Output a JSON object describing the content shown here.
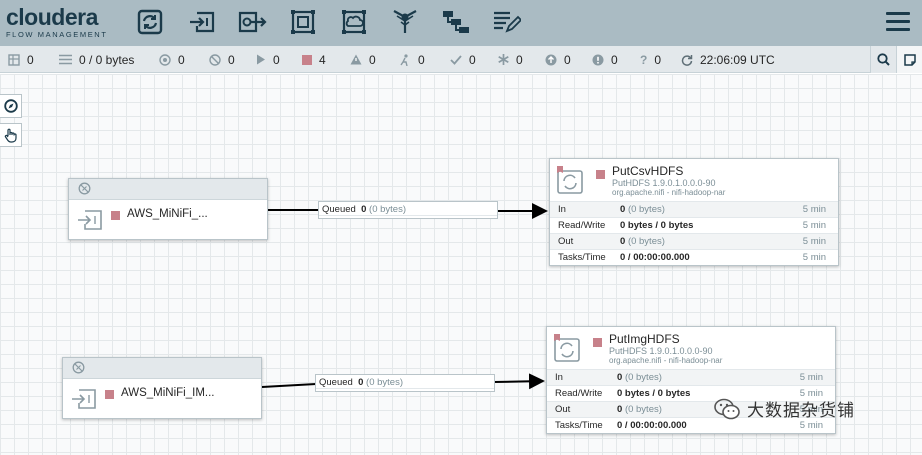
{
  "header": {
    "logo_main": "cloudera",
    "logo_sub": "FLOW MANAGEMENT",
    "tools": [
      {
        "name": "processor-tool-icon"
      },
      {
        "name": "input-port-tool-icon"
      },
      {
        "name": "output-port-tool-icon"
      },
      {
        "name": "process-group-tool-icon"
      },
      {
        "name": "remote-process-group-tool-icon"
      },
      {
        "name": "funnel-tool-icon"
      },
      {
        "name": "template-tool-icon"
      },
      {
        "name": "label-tool-icon"
      }
    ]
  },
  "status": {
    "active_threads": "0",
    "queued": "0 / 0 bytes",
    "transmitting": "0",
    "not_transmitting": "0",
    "running": "0",
    "stopped": "4",
    "invalid": "0",
    "disabled": "0",
    "up_to_date": "0",
    "locally_modified": "0",
    "stale": "0",
    "locally_modified_stale": "0",
    "sync_failure": "0",
    "refreshed": "22:06:09 UTC"
  },
  "ports": [
    {
      "name": "AWS_MiNiFi_..."
    },
    {
      "name": "AWS_MiNiFi_IM..."
    }
  ],
  "connections": [
    {
      "label": "Queued",
      "count": "0",
      "size": "(0 bytes)"
    },
    {
      "label": "Queued",
      "count": "0",
      "size": "(0 bytes)"
    }
  ],
  "processors": [
    {
      "name": "PutCsvHDFS",
      "type": "PutHDFS 1.9.0.1.0.0.0-90",
      "bundle": "org.apache.nifi - nifi-hadoop-nar",
      "in_k": "In",
      "in_bold": "0",
      "in_muted": "(0 bytes)",
      "in_t": "5 min",
      "rw_k": "Read/Write",
      "rw_v": "0 bytes / 0 bytes",
      "rw_t": "5 min",
      "out_k": "Out",
      "out_bold": "0",
      "out_muted": "(0 bytes)",
      "out_t": "5 min",
      "tasks_k": "Tasks/Time",
      "tasks_v": "0 / 00:00:00.000",
      "tasks_t": "5 min"
    },
    {
      "name": "PutImgHDFS",
      "type": "PutHDFS 1.9.0.1.0.0.0-90",
      "bundle": "org.apache.nifi - nifi-hadoop-nar",
      "in_k": "In",
      "in_bold": "0",
      "in_muted": "(0 bytes)",
      "in_t": "5 min",
      "rw_k": "Read/Write",
      "rw_v": "0 bytes / 0 bytes",
      "rw_t": "5 min",
      "out_k": "Out",
      "out_bold": "0",
      "out_muted": "(0 bytes)",
      "out_t": "5 min",
      "tasks_k": "Tasks/Time",
      "tasks_v": "0 / 00:00:00.000",
      "tasks_t": "5 min"
    }
  ],
  "watermark": "大数据杂货铺",
  "colors": {
    "header_bg": "#aabbc3",
    "brand_dark": "#1b3a4a",
    "stopped_red": "#c7818a",
    "statusbar_bg": "#e3e8eb"
  }
}
